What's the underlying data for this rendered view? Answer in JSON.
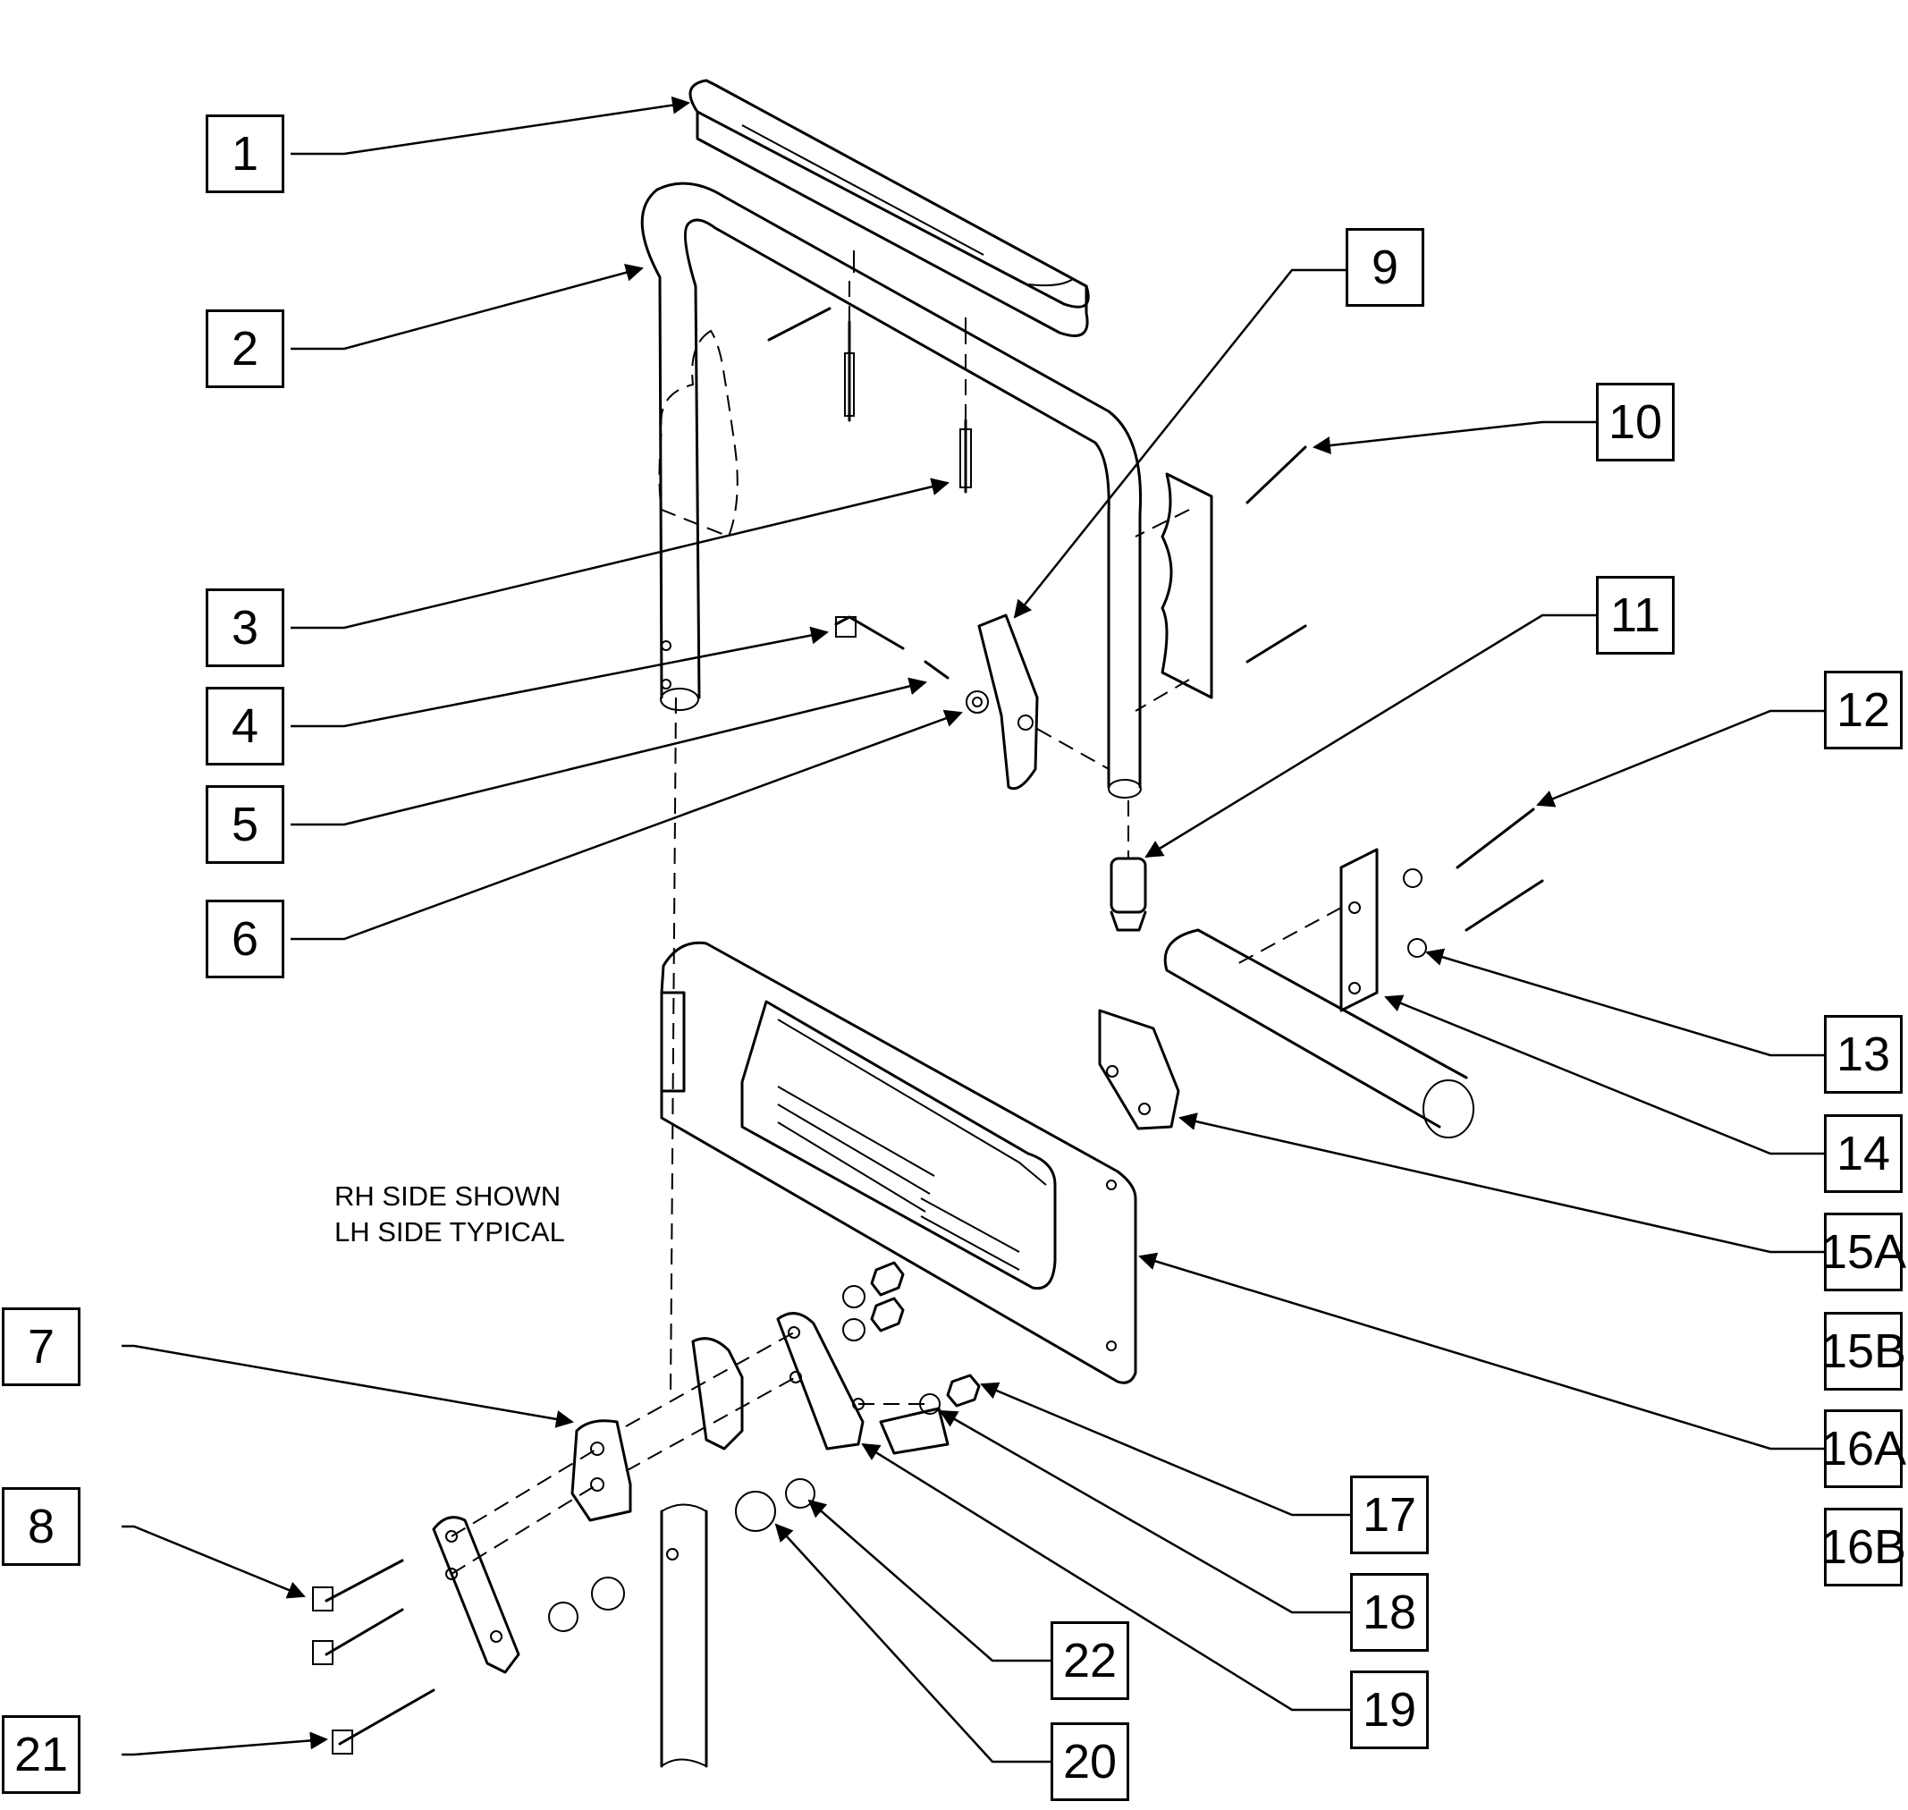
{
  "note": {
    "line1": "RH SIDE SHOWN",
    "line2": "LH SIDE TYPICAL"
  },
  "callouts": [
    {
      "id": "1",
      "label": "1"
    },
    {
      "id": "2",
      "label": "2"
    },
    {
      "id": "3",
      "label": "3"
    },
    {
      "id": "4",
      "label": "4"
    },
    {
      "id": "5",
      "label": "5"
    },
    {
      "id": "6",
      "label": "6"
    },
    {
      "id": "7",
      "label": "7"
    },
    {
      "id": "8",
      "label": "8"
    },
    {
      "id": "9",
      "label": "9"
    },
    {
      "id": "10",
      "label": "10"
    },
    {
      "id": "11",
      "label": "11"
    },
    {
      "id": "12",
      "label": "12"
    },
    {
      "id": "13",
      "label": "13"
    },
    {
      "id": "14",
      "label": "14"
    },
    {
      "id": "15a",
      "label": "15A"
    },
    {
      "id": "15b",
      "label": "15B"
    },
    {
      "id": "16a",
      "label": "16A"
    },
    {
      "id": "16b",
      "label": "16B"
    },
    {
      "id": "17",
      "label": "17"
    },
    {
      "id": "18",
      "label": "18"
    },
    {
      "id": "19",
      "label": "19"
    },
    {
      "id": "20",
      "label": "20"
    },
    {
      "id": "21",
      "label": "21"
    },
    {
      "id": "22",
      "label": "22"
    }
  ]
}
